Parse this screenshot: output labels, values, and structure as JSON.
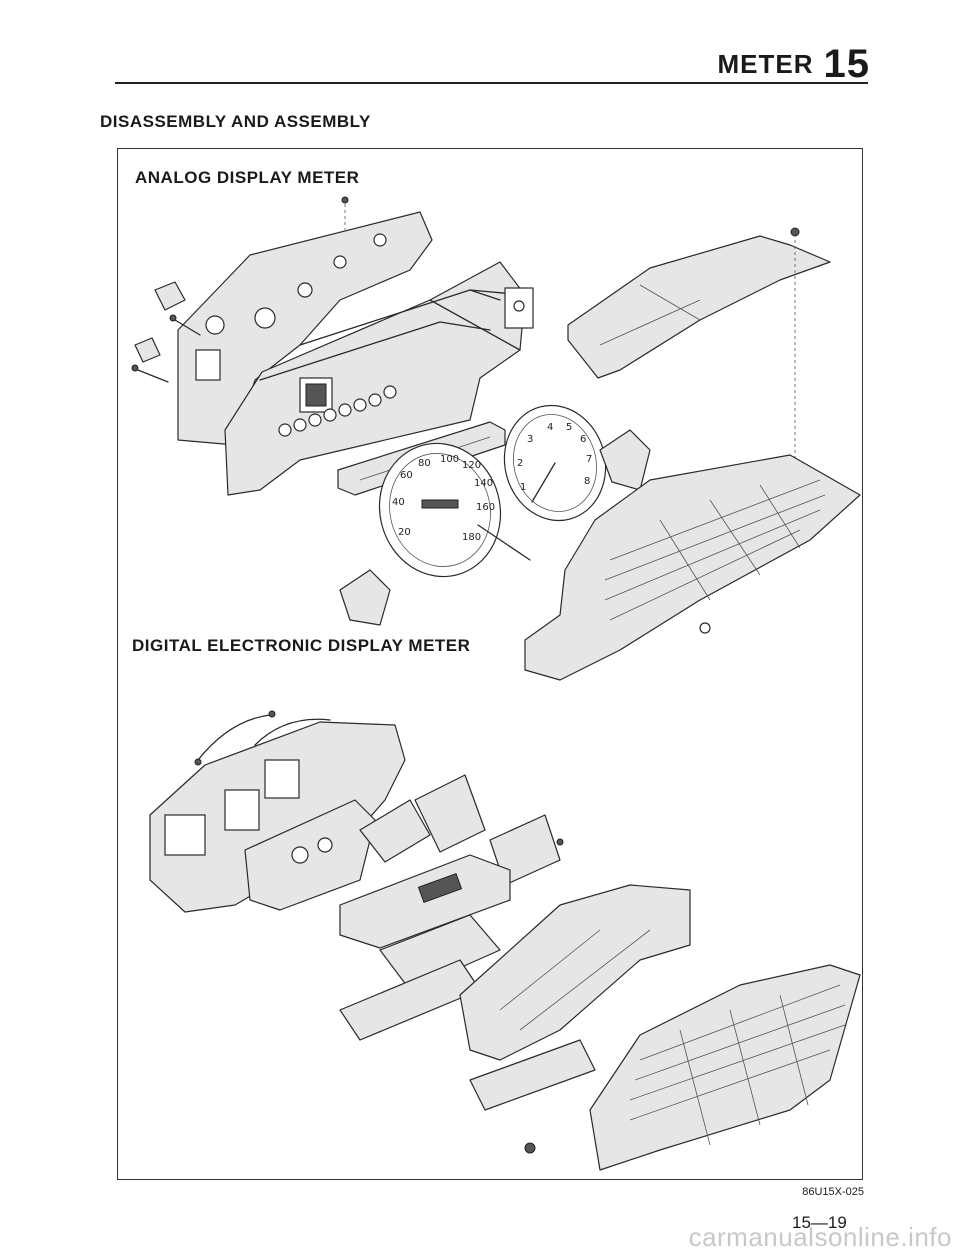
{
  "header": {
    "title": "METER",
    "section_number": "15"
  },
  "section_title": "DISASSEMBLY AND ASSEMBLY",
  "figure": {
    "analog_label": "ANALOG DISPLAY METER",
    "digital_label": "DIGITAL ELECTRONIC DISPLAY METER",
    "code": "86U15X-025",
    "tachometer_numbers": [
      "1",
      "2",
      "3",
      "4",
      "5",
      "6",
      "7",
      "8"
    ],
    "speedometer_numbers": [
      "20",
      "40",
      "60",
      "80",
      "100",
      "120",
      "140",
      "160",
      "180"
    ],
    "colors": {
      "ink": "#2a2a2a",
      "shade": "#e6e6e6"
    }
  },
  "footer": {
    "page_number": "15—19",
    "watermark": "carmanualsonline.info"
  }
}
